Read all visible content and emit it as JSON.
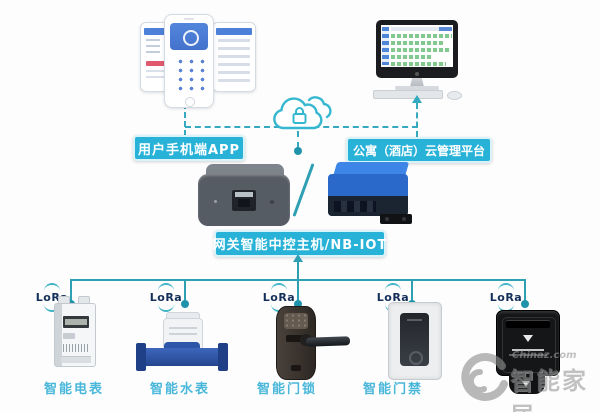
{
  "top": {
    "app_label": "用户手机端APP",
    "platform_label": "公寓（酒店）云管理平台"
  },
  "gateway": {
    "label": "网关智能中控主机/NB-IOT"
  },
  "nodes": [
    {
      "radio": "LoRa",
      "name": "智能电表"
    },
    {
      "radio": "LoRa",
      "name": "智能水表"
    },
    {
      "radio": "LoRa",
      "name": "智能门锁"
    },
    {
      "radio": "LoRa",
      "name": "智能门禁"
    },
    {
      "radio": "LoRa",
      "name": ""
    }
  ],
  "watermark": {
    "line1": "Chinaz.com",
    "line2": "智能家居"
  },
  "icons": {
    "cloud": "cloud-with-lock",
    "lora_signal": "double-arc-signal",
    "connector_arrow": "triangle-arrow"
  },
  "colors": {
    "tag_background": "#28b2d8",
    "tag_border": "#d9f3fa",
    "connector": "#2f9fb4",
    "dashed_connector": "#35a9bf",
    "lora_text": "#14305a",
    "node_label_text": "#49b7da",
    "cloud_outline": "#35b8cf"
  }
}
